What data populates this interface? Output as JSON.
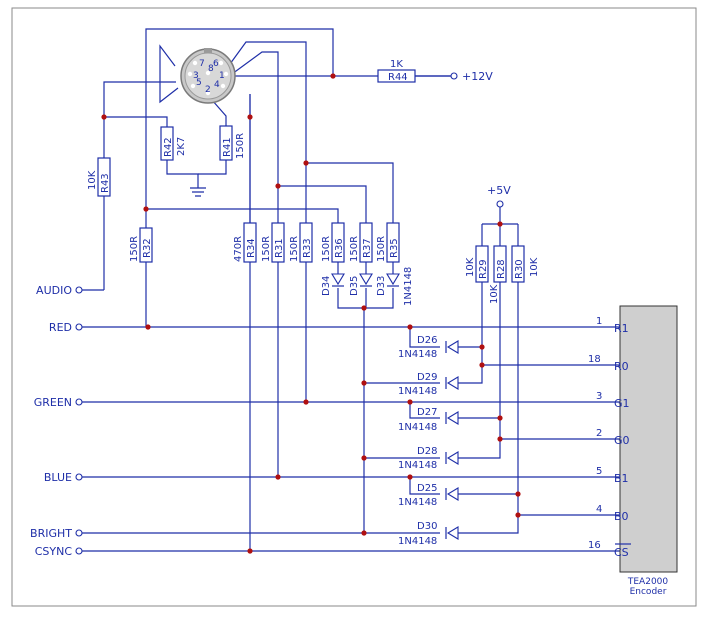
{
  "inputs": {
    "audio": "AUDIO",
    "red": "RED",
    "green": "GREEN",
    "blue": "BLUE",
    "bright": "BRIGHT",
    "csync": "CSYNC"
  },
  "supply": {
    "plus12": "+12V",
    "plus5": "+5V"
  },
  "resistors": [
    {
      "ref": "R44",
      "value": "1K"
    },
    {
      "ref": "R43",
      "value": "10K"
    },
    {
      "ref": "R42",
      "value": "2K7"
    },
    {
      "ref": "R41",
      "value": "150R"
    },
    {
      "ref": "R32",
      "value": "150R"
    },
    {
      "ref": "R34",
      "value": "470R"
    },
    {
      "ref": "R31",
      "value": "150R"
    },
    {
      "ref": "R33",
      "value": "150R"
    },
    {
      "ref": "R36",
      "value": "150R"
    },
    {
      "ref": "R37",
      "value": "150R"
    },
    {
      "ref": "R35",
      "value": "150R"
    },
    {
      "ref": "R29",
      "value": "10K"
    },
    {
      "ref": "R28",
      "value": "10K"
    },
    {
      "ref": "R30",
      "value": "10K"
    }
  ],
  "diodes": {
    "d34": "D34",
    "d35": "D35",
    "d33": "D33",
    "part": "1N4148",
    "d26": "D26",
    "d29": "D29",
    "d27": "D27",
    "d28": "D28",
    "d25": "D25",
    "d30": "D30"
  },
  "din_pins": [
    "7",
    "6",
    "3",
    "8",
    "1",
    "5",
    "4",
    "2"
  ],
  "ic": {
    "name": "TEA2000",
    "sub": "Encoder",
    "pins": [
      {
        "num": "1",
        "label": "R1"
      },
      {
        "num": "18",
        "label": "R0"
      },
      {
        "num": "3",
        "label": "G1"
      },
      {
        "num": "2",
        "label": "G0"
      },
      {
        "num": "5",
        "label": "B1"
      },
      {
        "num": "4",
        "label": "B0"
      },
      {
        "num": "16",
        "label": "CS"
      }
    ]
  }
}
